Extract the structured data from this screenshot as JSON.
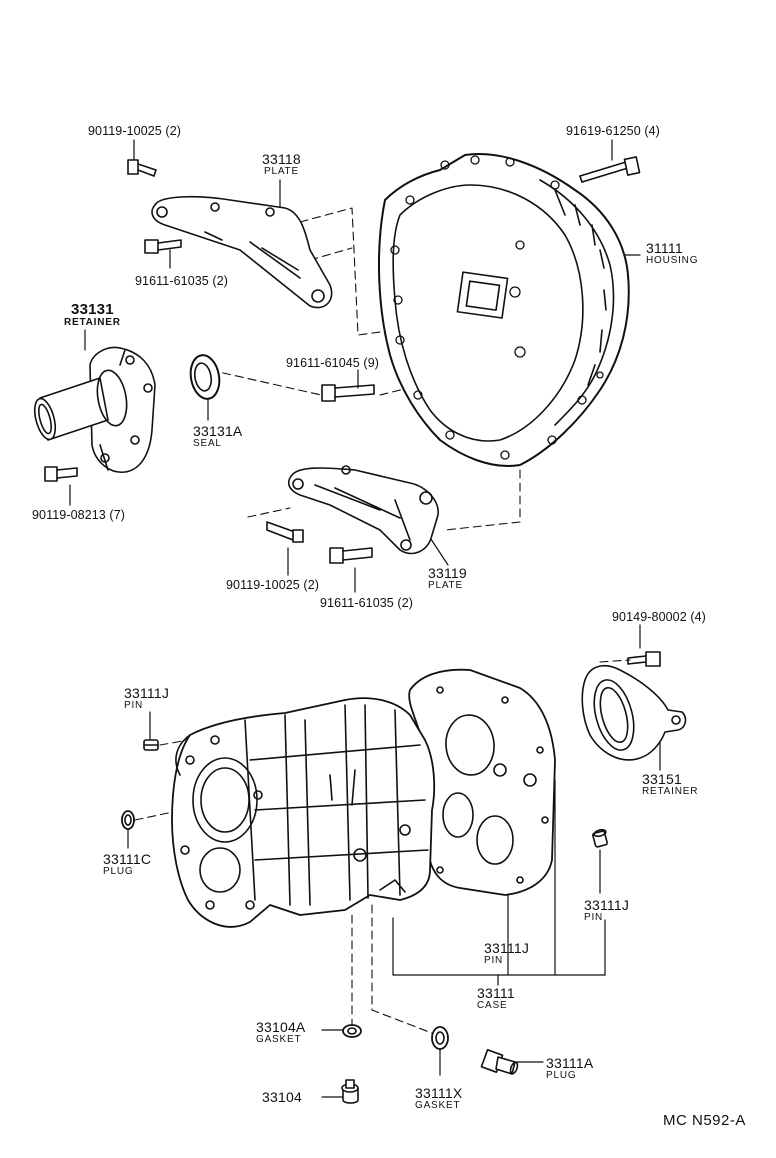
{
  "parts": {
    "p33118": {
      "num": "33118",
      "name": "PLATE"
    },
    "p31111": {
      "num": "31111",
      "name": "HOUSING"
    },
    "p33131": {
      "num": "33131",
      "name": "RETAINER"
    },
    "p33131A": {
      "num": "33131A",
      "name": "SEAL"
    },
    "p33119": {
      "num": "33119",
      "name": "PLATE"
    },
    "p33151": {
      "num": "33151",
      "name": "RETAINER"
    },
    "p33111J_a": {
      "num": "33111J",
      "name": "PIN"
    },
    "p33111C": {
      "num": "33111C",
      "name": "PLUG"
    },
    "p33111J_b": {
      "num": "33111J",
      "name": "PIN"
    },
    "p33111J_c": {
      "num": "33111J",
      "name": "PIN"
    },
    "p33111": {
      "num": "33111",
      "name": "CASE"
    },
    "p33104A": {
      "num": "33104A",
      "name": "GASKET"
    },
    "p33104": {
      "num": "33104",
      "name": ""
    },
    "p33111X": {
      "num": "33111X",
      "name": "GASKET"
    },
    "p33111A": {
      "num": "33111A",
      "name": "PLUG"
    }
  },
  "fasteners": {
    "f1": "90119-10025 (2)",
    "f2": "91619-61250 (4)",
    "f3": "91611-61035 (2)",
    "f4": "91611-61045 (9)",
    "f5": "90119-08213 (7)",
    "f6": "90119-10025 (2)",
    "f7": "91611-61035 (2)",
    "f8": "90149-80002 (4)"
  },
  "diagram_code": "MC N592-A"
}
